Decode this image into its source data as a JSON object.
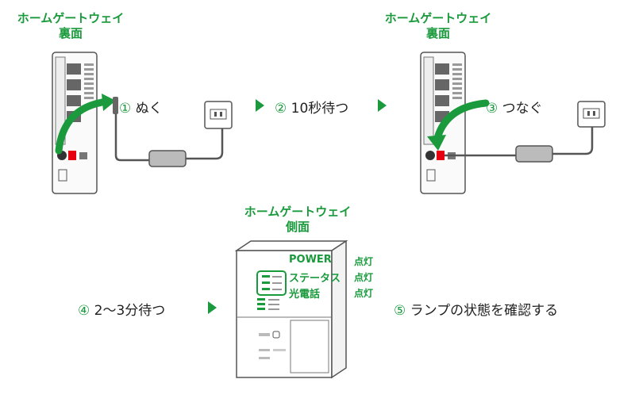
{
  "device_name": "ホームゲートウェイ",
  "back_label": "裏面",
  "side_label": "側面",
  "steps": {
    "s1": {
      "num": "①",
      "text": "ぬく"
    },
    "s2": {
      "num": "②",
      "text": "10秒待つ"
    },
    "s3": {
      "num": "③",
      "text": "つなぐ"
    },
    "s4": {
      "num": "④",
      "text": "2〜3分待つ"
    },
    "s5": {
      "num": "⑤",
      "text": "ランプの状態を確認する"
    }
  },
  "lamps": [
    {
      "name": "POWER",
      "state": "点灯"
    },
    {
      "name": "ステータス",
      "state": "点灯"
    },
    {
      "name": "光電話",
      "state": "点灯"
    }
  ],
  "colors": {
    "accent": "#1a9a3c",
    "highlight": "#e60012",
    "device_outline": "#555555"
  }
}
